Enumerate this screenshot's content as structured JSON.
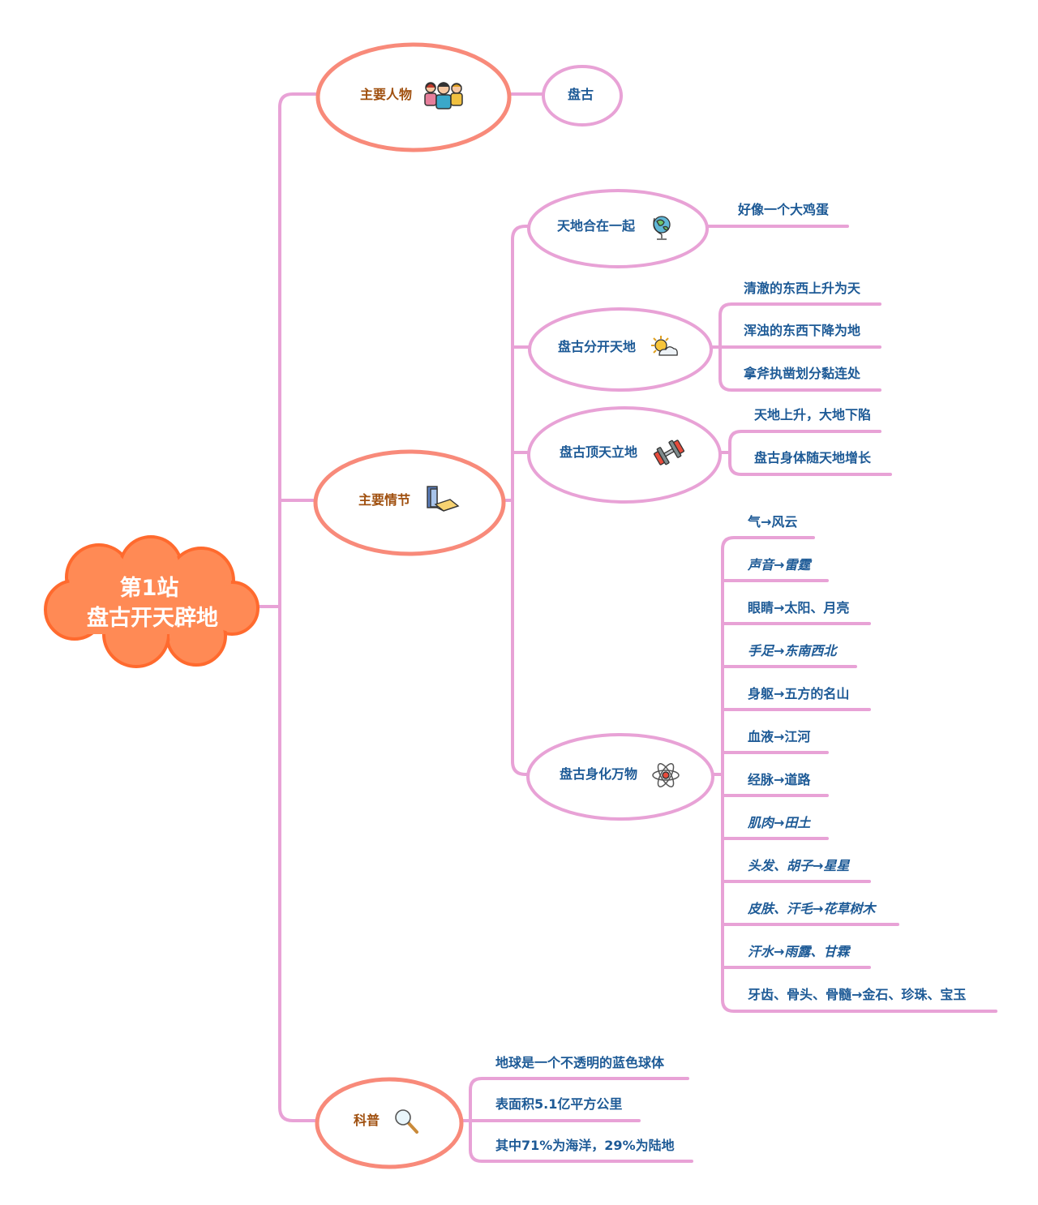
{
  "root": {
    "line1": "第1站",
    "line2": "盘古开天辟地"
  },
  "main_characters": {
    "label": "主要人物",
    "icon": "people-icon",
    "child": "盘古"
  },
  "main_plot": {
    "label": "主要情节",
    "icon": "books-icon",
    "sections": [
      {
        "label": "天地合在一起",
        "icon": "globe-icon",
        "items": [
          "好像一个大鸡蛋"
        ]
      },
      {
        "label": "盘古分开天地",
        "icon": "sun-cloud-icon",
        "items": [
          "清澈的东西上升为天",
          "浑浊的东西下降为地",
          "拿斧执凿划分黏连处"
        ]
      },
      {
        "label": "盘古顶天立地",
        "icon": "dumbbell-icon",
        "items": [
          "天地上升，大地下陷",
          "盘古身体随天地增长"
        ]
      },
      {
        "label": "盘古身化万物",
        "icon": "atom-icon",
        "items": [
          "气→风云",
          "声音→雷霆",
          "眼睛→太阳、月亮",
          "手足→东南西北",
          "身躯→五方的名山",
          "血液→江河",
          "经脉→道路",
          "肌肉→田土",
          "头发、胡子→星星",
          "皮肤、汗毛→花草树木",
          "汗水→雨露、甘霖",
          "牙齿、骨头、骨髓→金石、珍珠、宝玉"
        ]
      }
    ]
  },
  "science": {
    "label": "科普",
    "icon": "magnifier-icon",
    "items": [
      "地球是一个不透明的蓝色球体",
      "表面积5.1亿平方公里",
      "其中71%为海洋，29%为陆地"
    ]
  },
  "colors": {
    "connector": "#e8a2d6",
    "root_fill": "#ff8a55",
    "root_stroke": "#ff6a2e",
    "level1_border": "#f88a7a",
    "level2_border": "#e8a2d6",
    "level1_text": "#a0500f",
    "node_text": "#1d5a96"
  }
}
